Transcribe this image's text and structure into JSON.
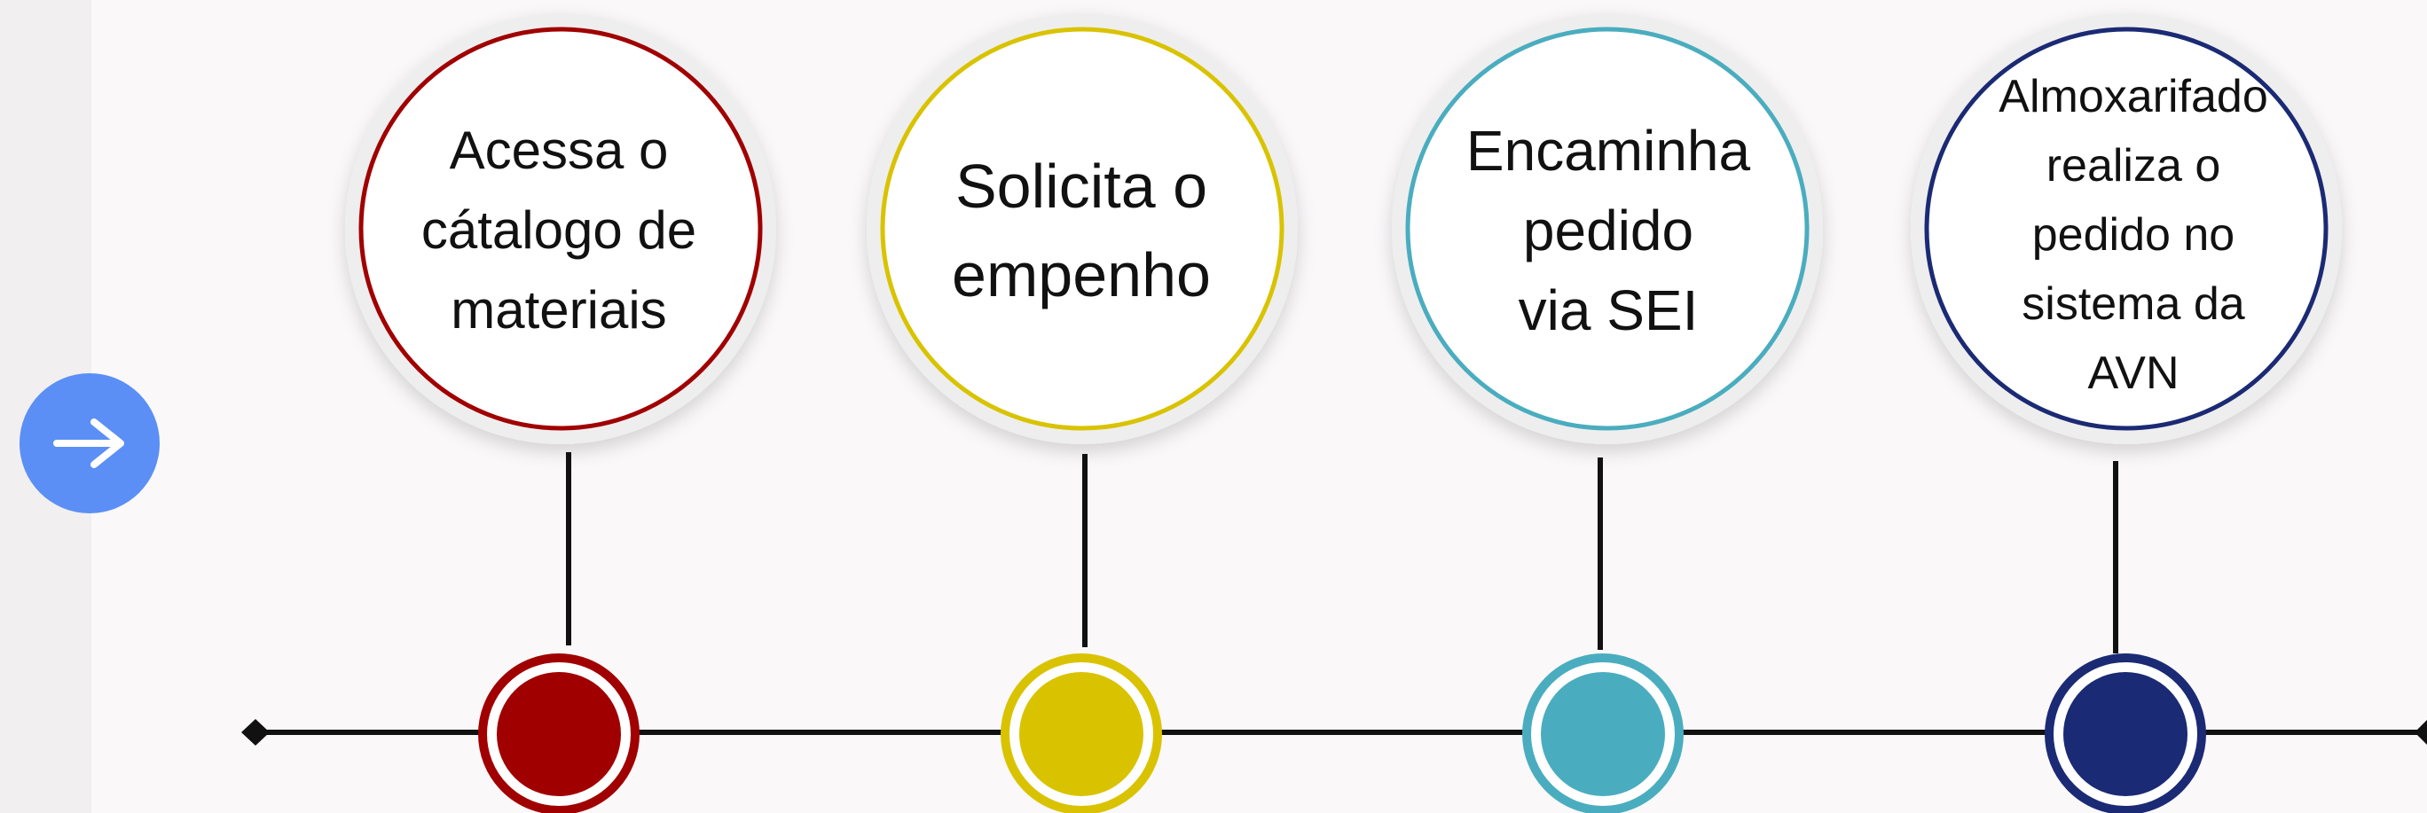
{
  "navigation": {
    "next_icon": "arrow-right-icon",
    "color": "#5b8ff5"
  },
  "timeline": {
    "line_color": "#111111",
    "steps": [
      {
        "label": "Acessa o\ncátalogo de\nmateriais",
        "color": "#a00000"
      },
      {
        "label": "Solicita o\nempenho",
        "color": "#d9c300"
      },
      {
        "label": "Encaminha\npedido\nvia SEI",
        "color": "#4aadbf"
      },
      {
        "label": "Almoxarifado\nrealiza o\npedido no\nsistema da\nAVN",
        "color": "#1b2a74"
      }
    ]
  }
}
